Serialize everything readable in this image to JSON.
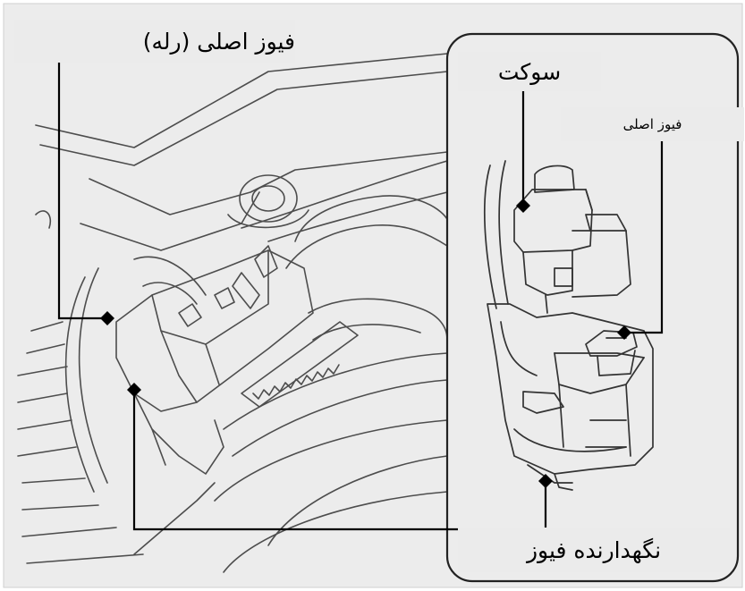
{
  "diagram": {
    "labels": {
      "main_fuse_relay": "فیوز اصلی (رله)",
      "socket": "سوکت",
      "main_fuse": "فیوز اصلی",
      "fuse_holder": "نگهدارنده فیوز"
    },
    "colors": {
      "background": "#ffffff",
      "drawing_area": "#ececec",
      "line_art": "#4d4d4d",
      "label_background": "#ebebeb",
      "leader_line": "#000000",
      "inset_border": "#222222"
    }
  }
}
